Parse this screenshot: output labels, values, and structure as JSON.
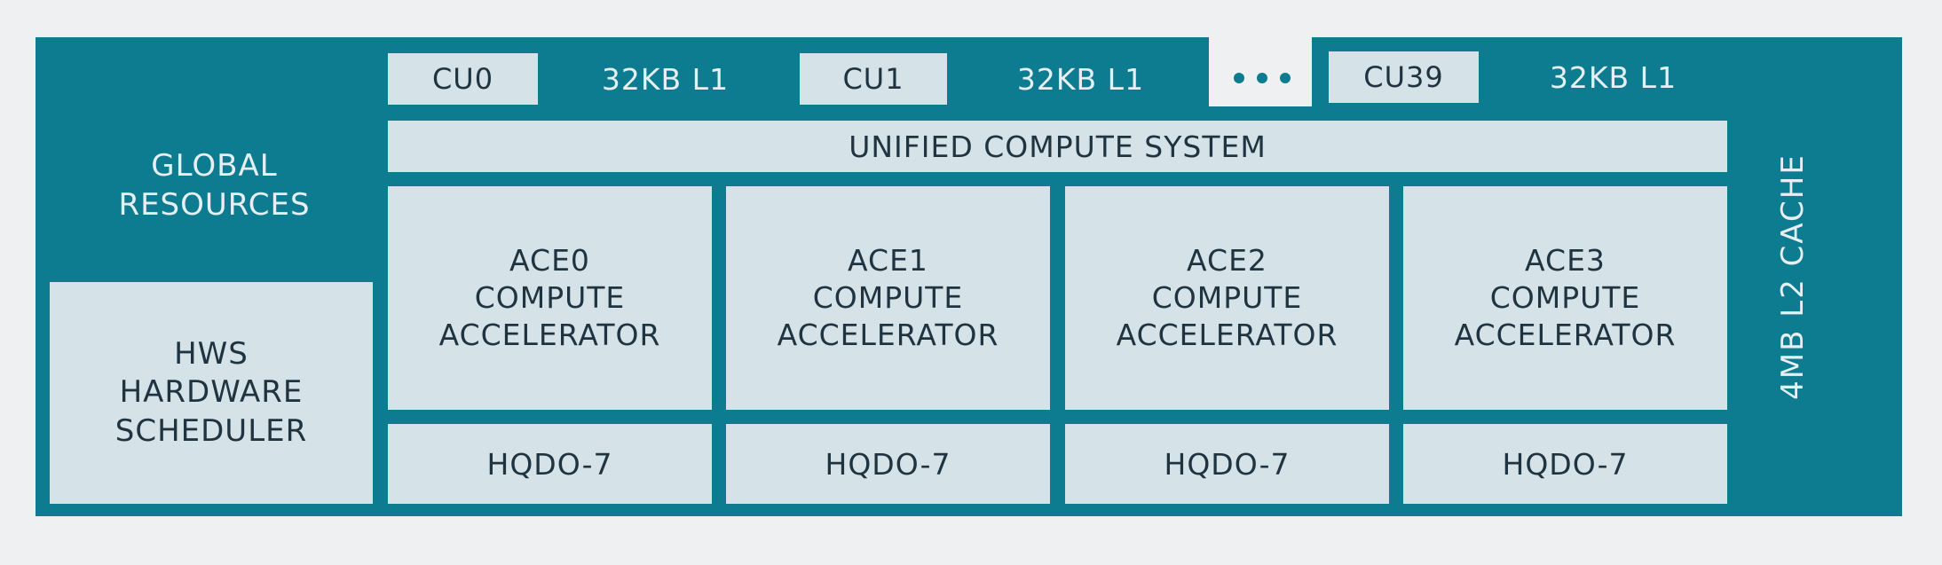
{
  "diagram": {
    "global_resources": "GLOBAL\nRESOURCES",
    "hws": "HWS\nHARDWARE\nSCHEDULER",
    "compute_units": [
      {
        "cu": "CU0",
        "l1": "32KB L1"
      },
      {
        "cu": "CU1",
        "l1": "32KB L1"
      },
      {
        "cu": "CU39",
        "l1": "32KB L1"
      }
    ],
    "ellipsis_icon": "ellipsis-icon",
    "unified": "UNIFIED COMPUTE SYSTEM",
    "aces": [
      "ACE0\nCOMPUTE\nACCELERATOR",
      "ACE1\nCOMPUTE\nACCELERATOR",
      "ACE2\nCOMPUTE\nACCELERATOR",
      "ACE3\nCOMPUTE\nACCELERATOR"
    ],
    "hqd": [
      "HQDO-7",
      "HQDO-7",
      "HQDO-7",
      "HQDO-7"
    ],
    "l2_cache": "4MB L2 CACHE",
    "colors": {
      "teal": "#0d7b90",
      "box": "#d5e2e8",
      "box_text": "#1f3440",
      "light_text": "#e6eff3",
      "background": "#eef0f1"
    }
  }
}
